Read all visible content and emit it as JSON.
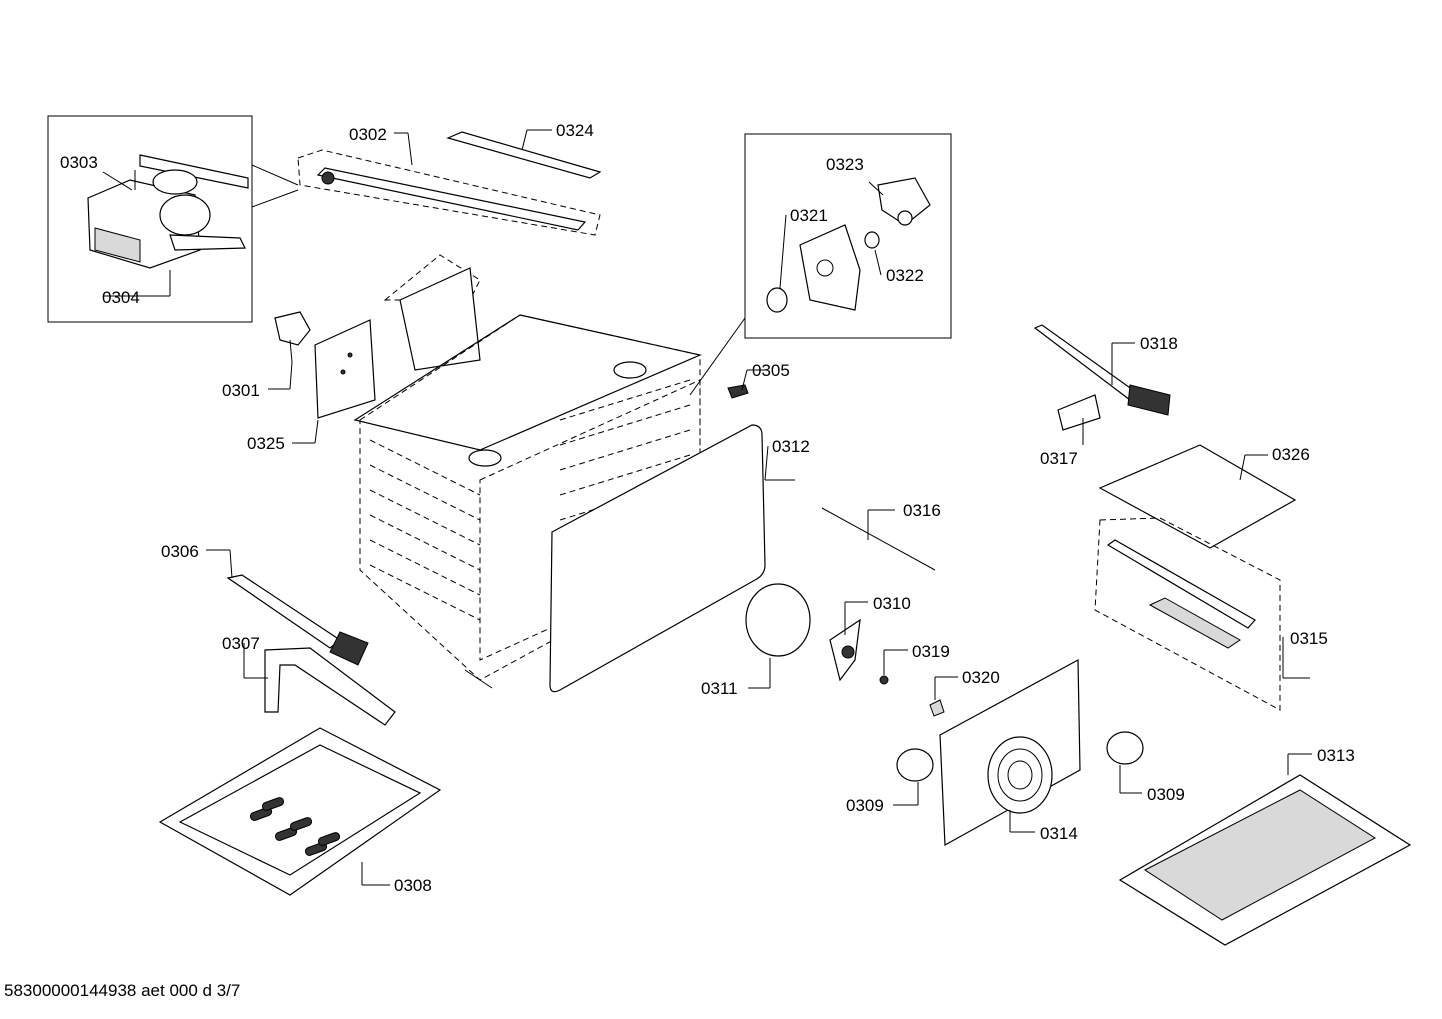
{
  "callouts": [
    {
      "id": "0301",
      "label": "0301"
    },
    {
      "id": "0302",
      "label": "0302"
    },
    {
      "id": "0303",
      "label": "0303"
    },
    {
      "id": "0304",
      "label": "0304"
    },
    {
      "id": "0305",
      "label": "0305"
    },
    {
      "id": "0306",
      "label": "0306"
    },
    {
      "id": "0307",
      "label": "0307"
    },
    {
      "id": "0308",
      "label": "0308"
    },
    {
      "id": "0309a",
      "label": "0309"
    },
    {
      "id": "0309b",
      "label": "0309"
    },
    {
      "id": "0310",
      "label": "0310"
    },
    {
      "id": "0311",
      "label": "0311"
    },
    {
      "id": "0312",
      "label": "0312"
    },
    {
      "id": "0313",
      "label": "0313"
    },
    {
      "id": "0314",
      "label": "0314"
    },
    {
      "id": "0315",
      "label": "0315"
    },
    {
      "id": "0316",
      "label": "0316"
    },
    {
      "id": "0317",
      "label": "0317"
    },
    {
      "id": "0318",
      "label": "0318"
    },
    {
      "id": "0319",
      "label": "0319"
    },
    {
      "id": "0320",
      "label": "0320"
    },
    {
      "id": "0321",
      "label": "0321"
    },
    {
      "id": "0322",
      "label": "0322"
    },
    {
      "id": "0323",
      "label": "0323"
    },
    {
      "id": "0324",
      "label": "0324"
    },
    {
      "id": "0325",
      "label": "0325"
    },
    {
      "id": "0326",
      "label": "0326"
    }
  ],
  "footer": {
    "document_ref": "58300000144938 aet 000 d 3/7"
  }
}
